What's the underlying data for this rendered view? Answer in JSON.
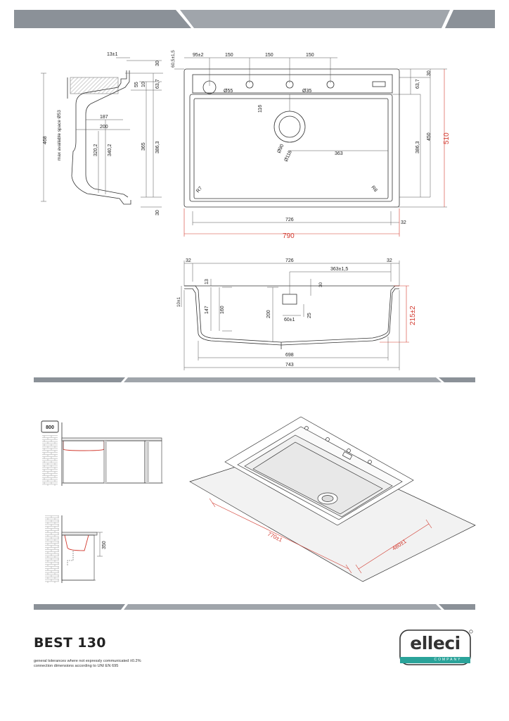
{
  "product": {
    "name": "BEST 130",
    "notes": [
      "general tolerances where not expressly communicated ±0.2%",
      "connection dimensions according to UNI EN 695"
    ]
  },
  "brand": {
    "name": "elleci",
    "tagline": "COMPANY",
    "accent": "#2aa39a"
  },
  "colors": {
    "band": "#8b9198",
    "band_dark": "#6f757c",
    "line": "#333333",
    "red": "#d23a2f",
    "hatch": "#cfcfcf"
  },
  "side_section": {
    "labels": {
      "top13": "13±1",
      "d30a": "30",
      "d55": "55",
      "d10": "10",
      "d637": "63,7",
      "h468": "468",
      "space": "max available space Ø53",
      "w187": "187",
      "w200": "200",
      "h3202": "320,2",
      "h3402": "340,2",
      "h365": "365",
      "h3863": "386,3",
      "d30b": "30"
    }
  },
  "top_view": {
    "labels": {
      "d605": "60,5±1,5",
      "d95": "95±2",
      "p150a": "150",
      "p150b": "150",
      "p150c": "150",
      "d30": "30",
      "d637": "63,7",
      "h450": "450",
      "h3863": "386,3",
      "h510": "510",
      "hole55": "Ø55",
      "hole35": "Ø35",
      "d116": "116",
      "d90": "Ø90",
      "d118": "Ø118",
      "d363": "363",
      "r7": "R7",
      "r8": "R8",
      "w726": "726",
      "w32": "32",
      "w790": "790"
    }
  },
  "front_section": {
    "labels": {
      "w32a": "32",
      "w726": "726",
      "w32b": "32",
      "w363": "363±1,5",
      "d10": "10±1",
      "d13": "13",
      "d147": "147",
      "d160": "160",
      "d200": "200",
      "d30": "30",
      "d25": "25",
      "d60": "60±1",
      "h215": "215±2",
      "w698": "698",
      "w743": "743"
    }
  },
  "install": {
    "cabinet_label": "800",
    "h350": "350",
    "cut770": "770±1",
    "cut480": "480±1"
  }
}
